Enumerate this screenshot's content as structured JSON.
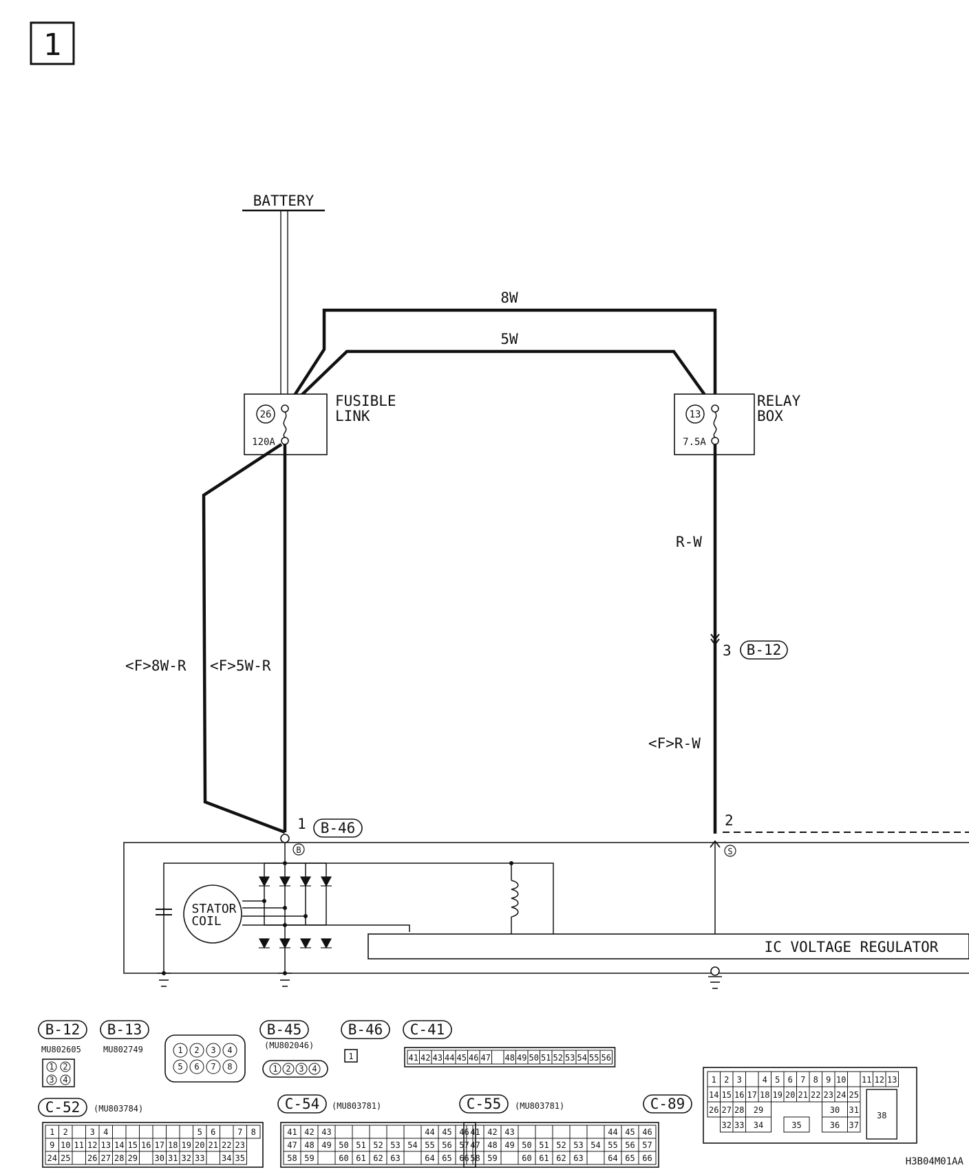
{
  "page": {
    "number": "1",
    "code": "H3B04M01AA"
  },
  "wires": {
    "battery": "BATTERY",
    "w8w": "8W",
    "w5w": "5W",
    "rw": "R-W",
    "frw": "<F>R-W",
    "f8wr": "<F>8W-R",
    "f5wr": "<F>5W-R"
  },
  "fusible_link": {
    "number": "26",
    "rating": "120A",
    "label_line1": "FUSIBLE",
    "label_line2": "LINK"
  },
  "relay_box": {
    "number": "13",
    "rating": "7.5A",
    "label_line1": "RELAY",
    "label_line2": "BOX"
  },
  "terminals": {
    "b12_pin": "3",
    "b12": "B-12",
    "b46_pin": "1",
    "b46": "B-46",
    "pin2": "2",
    "term_b": "B",
    "term_s": "S"
  },
  "alternator": {
    "stator_line1": "STATOR",
    "stator_line2": "COIL",
    "regulator": "IC VOLTAGE REGULATOR"
  },
  "connectors": {
    "b12": {
      "name": "B-12",
      "part": "MU802605",
      "pins": [
        "1",
        "2",
        "3",
        "4"
      ]
    },
    "b13": {
      "name": "B-13",
      "part": "MU802749",
      "pins": [
        "1",
        "2",
        "3",
        "4",
        "5",
        "6",
        "7",
        "8"
      ]
    },
    "b45": {
      "name": "B-45",
      "part": "(MU802046)",
      "pins": [
        "1",
        "2",
        "3",
        "4"
      ]
    },
    "b46": {
      "name": "B-46",
      "pins": [
        "1"
      ]
    },
    "c41": {
      "name": "C-41",
      "pins": [
        "41",
        "42",
        "43",
        "44",
        "45",
        "46",
        "47",
        "",
        "48",
        "49",
        "50",
        "51",
        "52",
        "53",
        "54",
        "55",
        "56"
      ]
    },
    "c52": {
      "name": "C-52",
      "part": "(MU803784)",
      "rows": [
        [
          "1",
          "2",
          "",
          "3",
          "4",
          "",
          "",
          "",
          "",
          "",
          "",
          "5",
          "6",
          "",
          "7",
          "8"
        ],
        [
          "9",
          "10",
          "11",
          "12",
          "13",
          "14",
          "15",
          "16",
          "17",
          "18",
          "19",
          "20",
          "21",
          "22",
          "23"
        ],
        [
          "24",
          "25",
          "",
          "26",
          "27",
          "28",
          "29",
          "",
          "30",
          "31",
          "32",
          "33",
          "",
          "34",
          "35"
        ]
      ]
    },
    "c54": {
      "name": "C-54",
      "part": "(MU803781)",
      "rows": [
        [
          "41",
          "42",
          "43",
          "",
          "",
          "",
          "",
          "",
          "44",
          "45",
          "46"
        ],
        [
          "47",
          "48",
          "49",
          "50",
          "51",
          "52",
          "53",
          "54",
          "55",
          "56",
          "57"
        ],
        [
          "58",
          "59",
          "",
          "60",
          "61",
          "62",
          "63",
          "",
          "64",
          "65",
          "66"
        ]
      ]
    },
    "c55": {
      "name": "C-55",
      "part": "(MU803781)",
      "rows": [
        [
          "41",
          "42",
          "43",
          "",
          "",
          "",
          "",
          "",
          "44",
          "45",
          "46"
        ],
        [
          "47",
          "48",
          "49",
          "50",
          "51",
          "52",
          "53",
          "54",
          "55",
          "56",
          "57"
        ],
        [
          "58",
          "59",
          "",
          "60",
          "61",
          "62",
          "63",
          "",
          "64",
          "65",
          "66"
        ]
      ]
    },
    "c89": {
      "name": "C-89",
      "rows": [
        [
          "1",
          "2",
          "3",
          "",
          "4",
          "5",
          "6",
          "7",
          "8",
          "9",
          "10",
          "",
          "11",
          "12",
          "13"
        ],
        [
          "14",
          "15",
          "16",
          "17",
          "18",
          "19",
          "20",
          "21",
          "22",
          "23",
          "24",
          "25"
        ],
        [
          "26",
          "27",
          "28",
          "29",
          "30",
          "31"
        ],
        [
          "32",
          "33",
          "34",
          "35",
          "36",
          "37"
        ]
      ],
      "big_pin": "38"
    }
  }
}
